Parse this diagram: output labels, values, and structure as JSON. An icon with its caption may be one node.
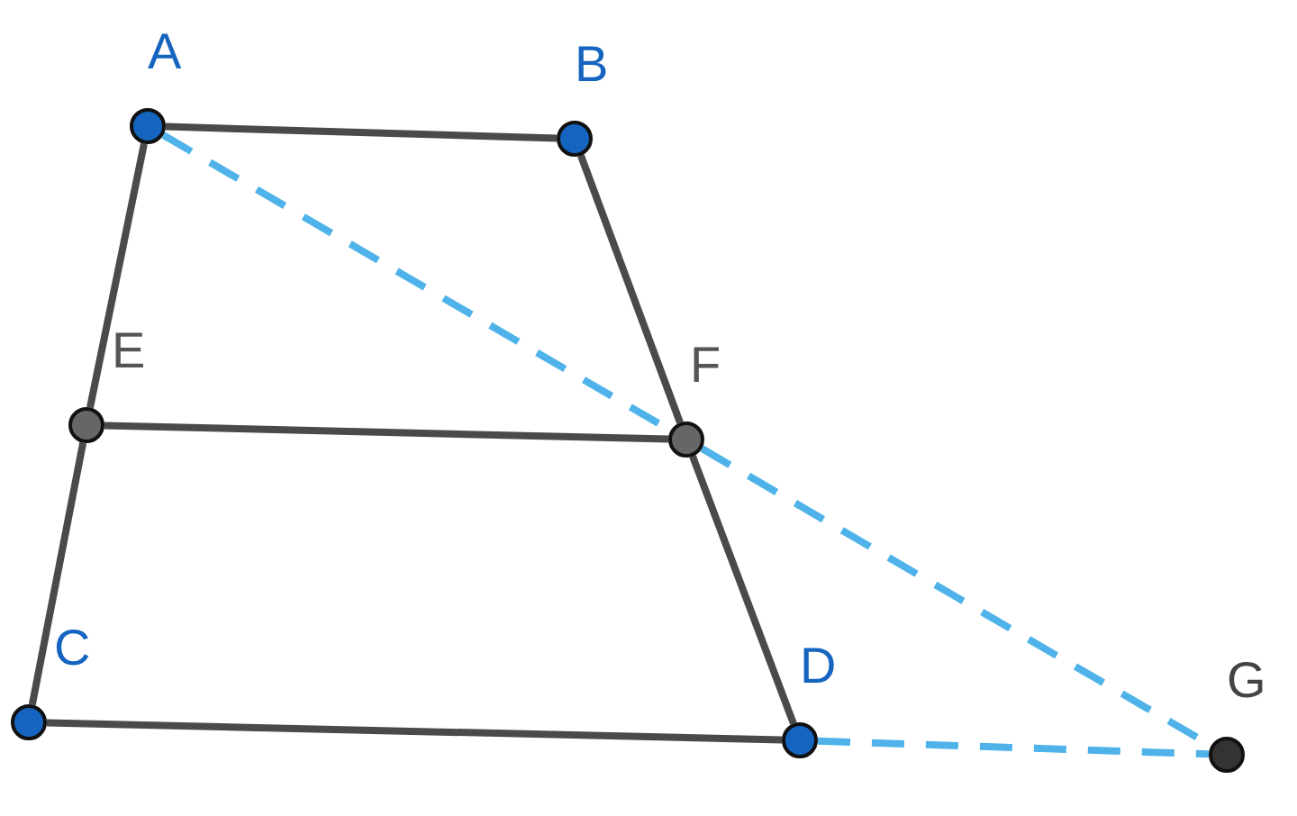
{
  "diagram": {
    "nodes": [
      {
        "text": [
          "A"
        ]
      },
      {
        "text": [
          "B"
        ]
      },
      {
        "text": [
          "E"
        ]
      },
      {
        "text": [
          "F"
        ]
      },
      {
        "text": [
          "C"
        ]
      },
      {
        "text": [
          "D"
        ]
      },
      {
        "text": [
          "G"
        ]
      }
    ],
    "edges": [
      {
        "from": 0,
        "to": 1,
        "arrow": "none"
      },
      {
        "from": 1,
        "to": 3,
        "arrow": "none"
      },
      {
        "from": 3,
        "to": 5,
        "arrow": "none"
      },
      {
        "from": 0,
        "to": 2,
        "arrow": "none"
      },
      {
        "from": 2,
        "to": 4,
        "arrow": "none"
      },
      {
        "from": 4,
        "to": 5,
        "arrow": "none"
      },
      {
        "from": 2,
        "to": 3,
        "arrow": "none"
      },
      {
        "from": 0,
        "to": 3,
        "arrow": "none",
        "style": "dashed",
        "color": "#4fb3ea"
      },
      {
        "from": 3,
        "to": 6,
        "arrow": "none",
        "style": "dashed",
        "color": "#4fb3ea"
      },
      {
        "from": 5,
        "to": 6,
        "arrow": "none",
        "style": "dashed",
        "color": "#4fb3ea"
      }
    ]
  }
}
